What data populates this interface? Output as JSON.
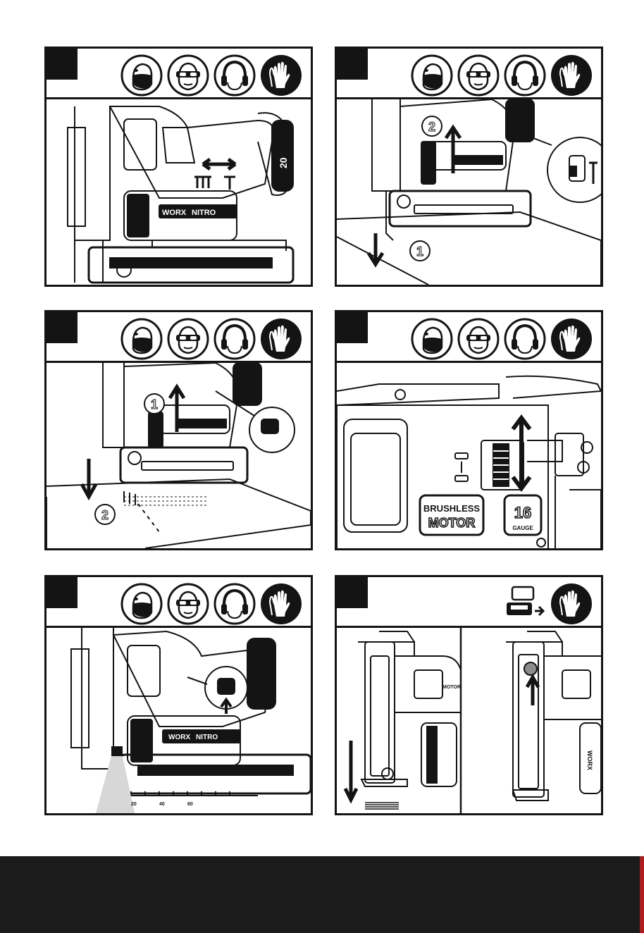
{
  "colors": {
    "ink": "#141414",
    "footer": "#1b1b1b",
    "edge_accent": "#b01c1c"
  },
  "ppe_icons": [
    "dust-mask-icon",
    "safety-glasses-icon",
    "ear-protection-icon",
    "gloves-icon"
  ],
  "panel6_icons": [
    "remove-battery-icon",
    "gloves-icon"
  ],
  "labels": {
    "brand1": "WORX",
    "brand2": "NITRO",
    "motor1": "BRUSHLESS",
    "motor2": "MOTOR",
    "gauge_num": "16",
    "gauge_word": "GAUGE",
    "battery_num": "20",
    "step_one": "1",
    "step_two": "2"
  },
  "scale": [
    "20",
    "40",
    "60"
  ]
}
